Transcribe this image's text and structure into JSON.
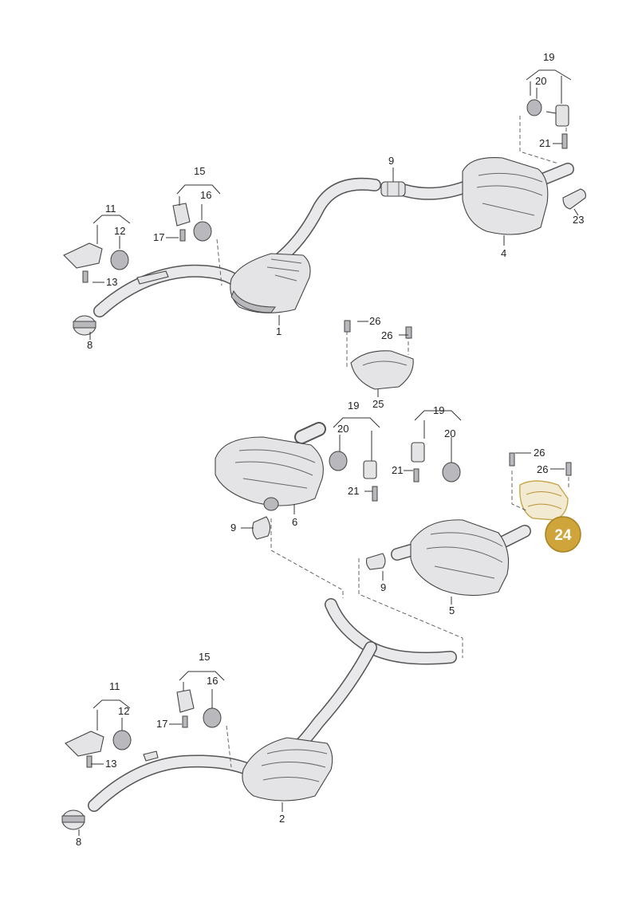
{
  "diagram": {
    "highlight_color": "#cfa43a",
    "callouts": {
      "n1": "1",
      "n2": "2",
      "n4": "4",
      "n5": "5",
      "n6": "6",
      "n8a": "8",
      "n8b": "8",
      "n9a": "9",
      "n9b": "9",
      "n9c": "9",
      "n11a": "11",
      "n11b": "11",
      "n12a": "12",
      "n12b": "12",
      "n13a": "13",
      "n13b": "13",
      "n15a": "15",
      "n15b": "15",
      "n16a": "16",
      "n16b": "16",
      "n17a": "17",
      "n17b": "17",
      "n19a": "19",
      "n19b": "19",
      "n19c": "19",
      "n20a": "20",
      "n20b": "20",
      "n20c": "20",
      "n21a": "21",
      "n21b": "21",
      "n21c": "21",
      "n23": "23",
      "n25": "25",
      "n26a": "26",
      "n26b": "26",
      "n26c": "26",
      "n26d": "26",
      "n24": "24"
    }
  }
}
